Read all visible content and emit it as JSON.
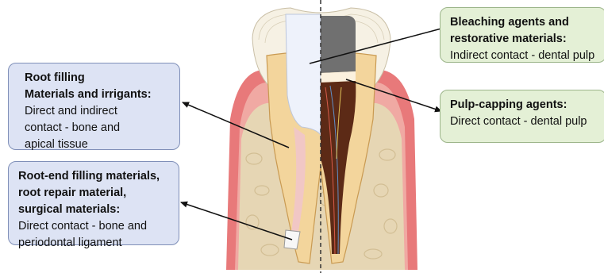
{
  "callouts": {
    "root_filling": {
      "title_1": "Root filling",
      "title_2": "Materials and irrigants:",
      "body_1": "Direct and indirect",
      "body_2": "contact - bone and",
      "body_3": "apical tissue"
    },
    "root_end": {
      "title_1": "Root-end filling materials,",
      "title_2": "root repair material,",
      "title_3": "surgical materials:",
      "body_1": "Direct contact - bone and",
      "body_2": "periodontal ligament"
    },
    "bleaching": {
      "title_1": "Bleaching agents and",
      "title_2": "restorative materials:",
      "body_1": "Indirect contact - dental pulp"
    },
    "pulp_capping": {
      "title_1": "Pulp-capping agents:",
      "body_1": "Direct contact - dental pulp"
    }
  },
  "colors": {
    "callout_blue": "#dde3f4",
    "callout_green": "#e4f0d6",
    "gum": "#e8797a",
    "bone": "#e6d6b4",
    "dentin": "#f3d59c",
    "enamel": "#f6f1e4",
    "pulp": "#5c2a16",
    "restoration": "#707070"
  }
}
